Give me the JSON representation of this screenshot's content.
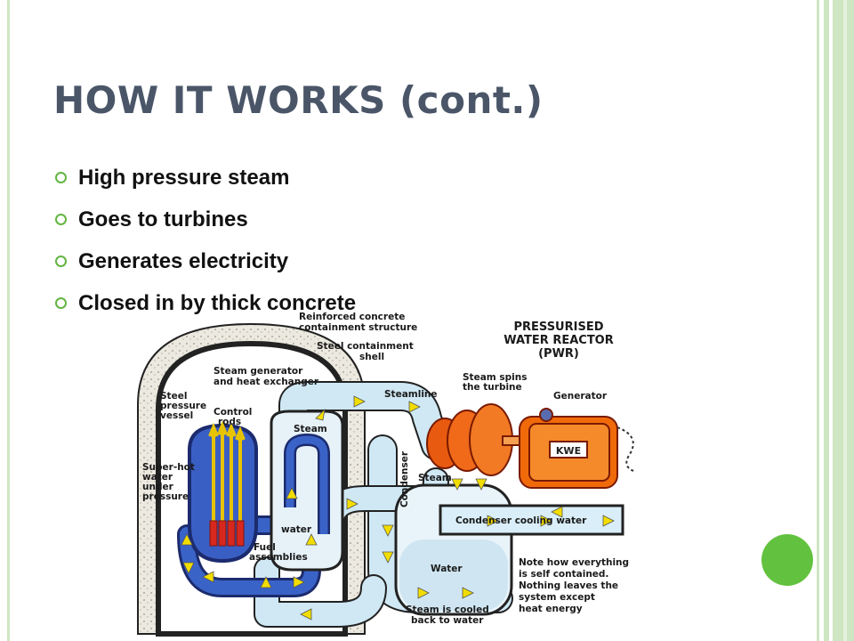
{
  "slide": {
    "title": "HOW IT WORKS (cont.)",
    "bullets": [
      "High pressure steam",
      "Goes to turbines",
      "Generates electricity",
      "Closed in by thick concrete"
    ],
    "accent_color": "#62c23f",
    "title_color": "#4a5668"
  },
  "diagram": {
    "heading_lines": [
      "PRESSURISED",
      "WATER REACTOR",
      "(PWR)"
    ],
    "labels": {
      "containment_1": "Reinforced concrete",
      "containment_2": "containment structure",
      "shell_1": "Steel containment",
      "shell_2": "shell",
      "sg_1": "Steam generator",
      "sg_2": "and heat exchanger",
      "vessel_1": "Steel",
      "vessel_2": "pressure",
      "vessel_3": "vessel",
      "rods_1": "Control",
      "rods_2": "rods",
      "steamline": "Steamline",
      "spins_1": "Steam spins",
      "spins_2": "the turbine",
      "generator": "Generator",
      "kwe": "KWE",
      "superhot_1": "Super-hot",
      "superhot_2": "water",
      "superhot_3": "under",
      "superhot_4": "pressure",
      "steam_in_sg": "Steam",
      "condenser": "Condenser",
      "steam_cond": "Steam",
      "cooling_water": "Condenser cooling water",
      "water_sg": "water",
      "fuel_1": "Fuel",
      "fuel_2": "assemblies",
      "water_bottom": "Water",
      "note_1": "Note how everything",
      "note_2": "is self contained.",
      "note_3": "Nothing leaves the",
      "note_4": "system except",
      "note_5": "heat energy",
      "cooled_1": "Steam is cooled",
      "cooled_2": "back to water"
    }
  }
}
